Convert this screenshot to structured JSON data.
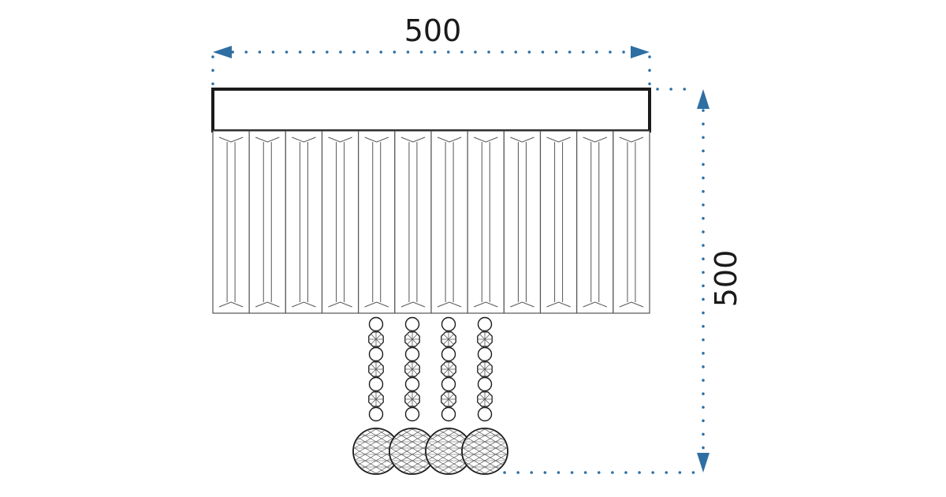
{
  "dimensions": {
    "width_label": "500",
    "height_label": "500"
  },
  "colors": {
    "dimension_line": "#2e6fa3",
    "outline": "#1a1a1a",
    "crystal_line": "#555555"
  },
  "lamp": {
    "prism_count": 12,
    "pendant_strand_count": 4,
    "pendant_beads_per_strand": 7
  }
}
